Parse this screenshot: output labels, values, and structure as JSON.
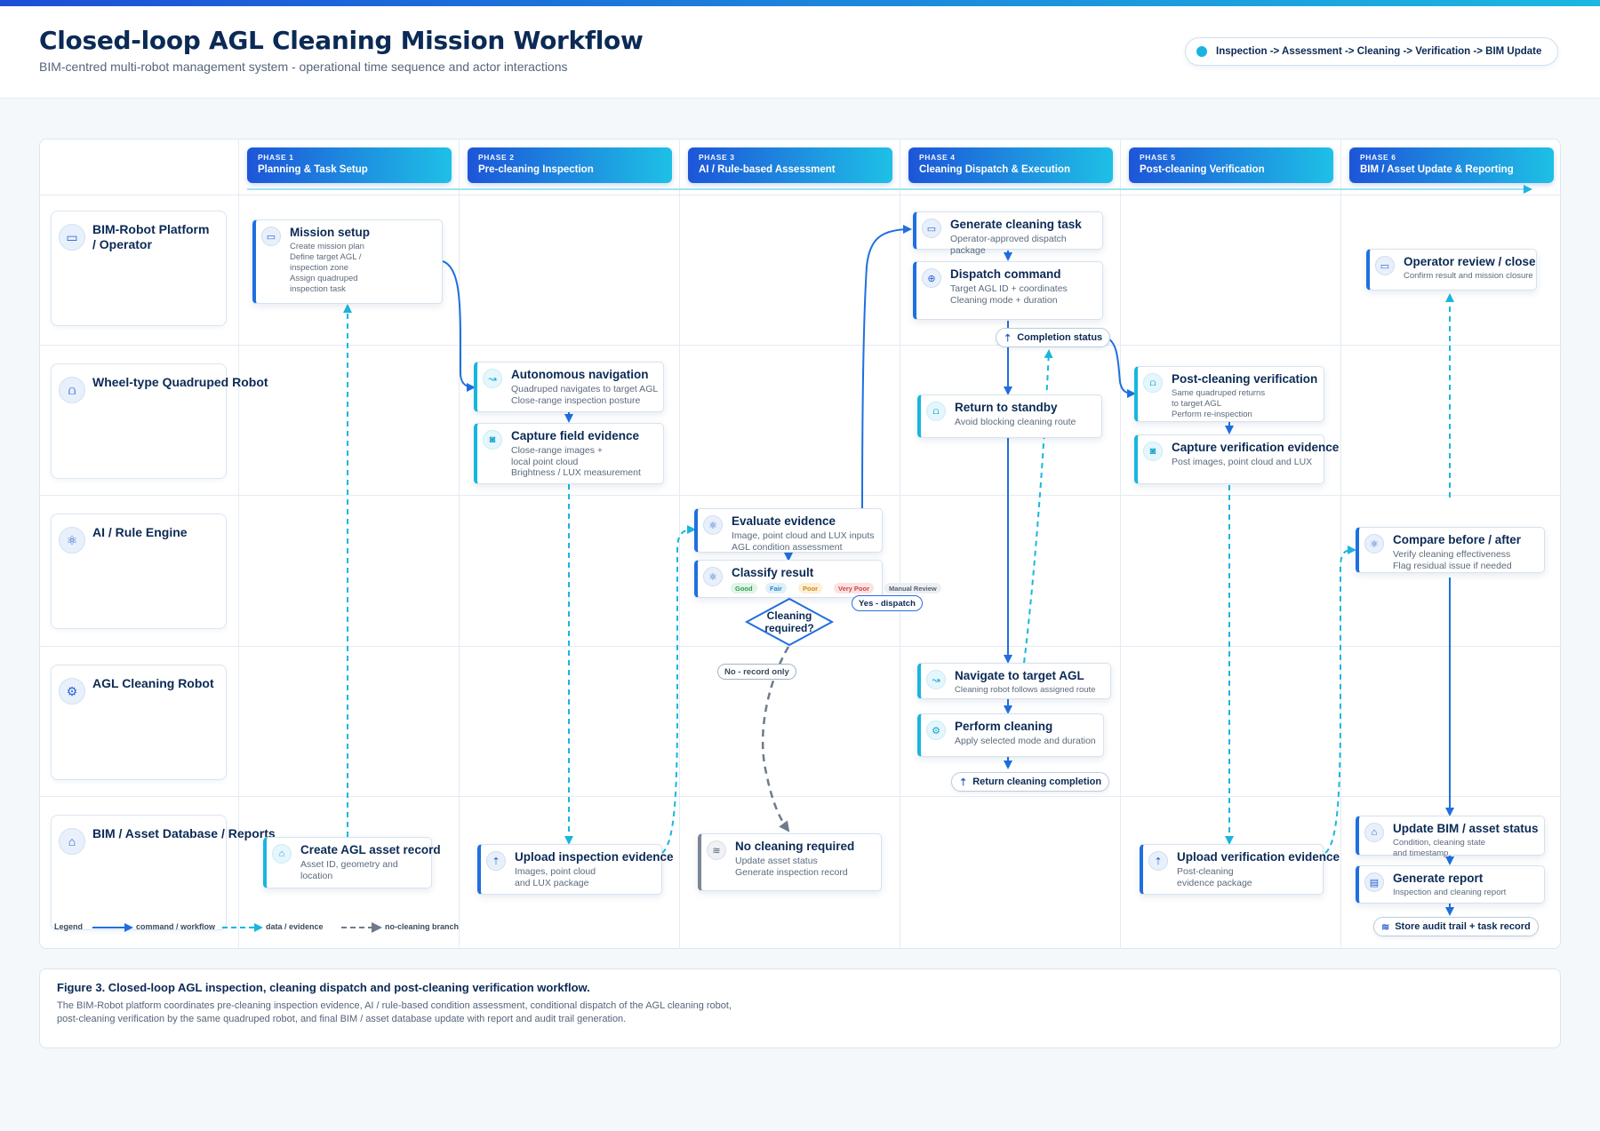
{
  "header": {
    "title": "Closed-loop AGL Cleaning Mission Workflow",
    "subtitle": "BIM-centred multi-robot management system - operational time sequence and actor interactions",
    "flow_pill": "Inspection -> Assessment -> Cleaning -> Verification -> BIM Update"
  },
  "phases": [
    {
      "number": "PHASE 1",
      "title": "Planning & Task Setup"
    },
    {
      "number": "PHASE 2",
      "title": "Pre-cleaning Inspection"
    },
    {
      "number": "PHASE 3",
      "title": "AI / Rule-based Assessment"
    },
    {
      "number": "PHASE 4",
      "title": "Cleaning Dispatch & Execution"
    },
    {
      "number": "PHASE 5",
      "title": "Post-cleaning Verification"
    },
    {
      "number": "PHASE 6",
      "title": "BIM / Asset Update & Reporting"
    }
  ],
  "lanes": [
    {
      "label": "BIM-Robot Platform\n/ Operator",
      "icon": "monitor-icon"
    },
    {
      "label": "Wheel-type Quadruped Robot",
      "icon": "quadruped-robot-icon"
    },
    {
      "label": "AI / Rule Engine",
      "icon": "ai-network-icon"
    },
    {
      "label": "AGL Cleaning Robot",
      "icon": "cleaning-robot-icon"
    },
    {
      "label": "BIM / Asset Database / Reports",
      "icon": "building-database-icon"
    }
  ],
  "nodes": {
    "mission_setup": {
      "title": "Mission setup",
      "desc": "Create mission plan\nDefine target AGL /\ninspection zone\nAssign quadruped\ninspection task",
      "icon": "monitor-icon"
    },
    "create_asset_record": {
      "title": "Create AGL asset record",
      "desc": "Asset ID, geometry and location",
      "icon": "building-database-icon"
    },
    "autonomous_navigation": {
      "title": "Autonomous navigation",
      "desc": "Quadruped navigates to target AGL\nClose-range inspection posture",
      "icon": "route-icon"
    },
    "capture_field_evidence": {
      "title": "Capture field evidence",
      "desc": "Close-range images +\nlocal point cloud\nBrightness / LUX measurement",
      "icon": "camera-icon"
    },
    "upload_inspection_evidence": {
      "title": "Upload inspection evidence",
      "desc": "Images, point cloud\nand LUX package",
      "icon": "upload-icon"
    },
    "evaluate_evidence": {
      "title": "Evaluate evidence",
      "desc": "Image, point cloud and LUX inputs\nAGL condition assessment",
      "icon": "ai-network-icon"
    },
    "classify_result": {
      "title": "Classify result",
      "desc": "",
      "icon": "ai-network-icon"
    },
    "no_cleaning_required": {
      "title": "No cleaning required",
      "desc": "Update asset status\nGenerate inspection record",
      "icon": "database-icon"
    },
    "generate_cleaning_task": {
      "title": "Generate cleaning task",
      "desc": "Operator-approved dispatch package",
      "icon": "monitor-icon"
    },
    "dispatch_command": {
      "title": "Dispatch command",
      "desc": "Target AGL ID + coordinates\nCleaning mode + duration",
      "icon": "target-icon"
    },
    "return_to_standby": {
      "title": "Return to standby",
      "desc": "Avoid blocking cleaning route",
      "icon": "quadruped-robot-icon"
    },
    "navigate_to_target": {
      "title": "Navigate to target AGL",
      "desc": "Cleaning robot follows assigned route",
      "icon": "route-icon"
    },
    "perform_cleaning": {
      "title": "Perform cleaning",
      "desc": "Apply selected mode and duration",
      "icon": "cleaning-robot-icon"
    },
    "post_cleaning_verification": {
      "title": "Post-cleaning verification",
      "desc": "Same quadruped returns\nto target AGL\nPerform re-inspection",
      "icon": "quadruped-robot-icon"
    },
    "capture_verification_evidence": {
      "title": "Capture verification evidence",
      "desc": "Post images, point cloud and LUX",
      "icon": "camera-icon"
    },
    "upload_verification_evidence": {
      "title": "Upload verification evidence",
      "desc": "Post-cleaning\nevidence package",
      "icon": "upload-icon"
    },
    "operator_review": {
      "title": "Operator review / close",
      "desc": "Confirm result and mission closure",
      "icon": "monitor-icon"
    },
    "compare_before_after": {
      "title": "Compare before / after",
      "desc": "Verify cleaning effectiveness\nFlag residual issue if needed",
      "icon": "ai-network-icon"
    },
    "update_bim": {
      "title": "Update BIM / asset status",
      "desc": "Condition, cleaning state\nand timestamp",
      "icon": "building-database-icon"
    },
    "generate_report": {
      "title": "Generate report",
      "desc": "Inspection and cleaning report",
      "icon": "document-icon"
    }
  },
  "classification_chips": [
    {
      "label": "Good",
      "bg": "#dff5e6",
      "fg": "#2c9a55"
    },
    {
      "label": "Fair",
      "bg": "#dff0fb",
      "fg": "#2b86c6"
    },
    {
      "label": "Poor",
      "bg": "#fdf0d8",
      "fg": "#d08a1a"
    },
    {
      "label": "Very Poor",
      "bg": "#fde2e2",
      "fg": "#d14545"
    },
    {
      "label": "Manual Review",
      "bg": "#eceff3",
      "fg": "#55606d"
    }
  ],
  "decision": {
    "label": "Cleaning\nrequired?"
  },
  "branch_tags": {
    "yes": "Yes - dispatch",
    "no": "No - record only"
  },
  "status_tags": {
    "completion_status": "Completion status",
    "return_cleaning_completion": "Return cleaning completion",
    "store_audit_trail": "Store audit trail + task record"
  },
  "legend": {
    "title": "Legend",
    "command": "command / workflow",
    "data": "data / evidence",
    "no_cleaning": "no-cleaning branch"
  },
  "caption": {
    "title": "Figure 3. Closed-loop AGL inspection, cleaning dispatch and post-cleaning verification workflow.",
    "text": "The BIM-Robot platform coordinates pre-cleaning inspection evidence, AI / rule-based condition assessment, conditional dispatch of the AGL cleaning robot,\npost-cleaning verification by the same quadruped robot, and final BIM / asset database update with report and audit trail generation."
  },
  "colors": {
    "command": "#1f6fe0",
    "data": "#18b6df",
    "no_cleaning": "#6e7b8b",
    "title": "#0b2a55"
  }
}
